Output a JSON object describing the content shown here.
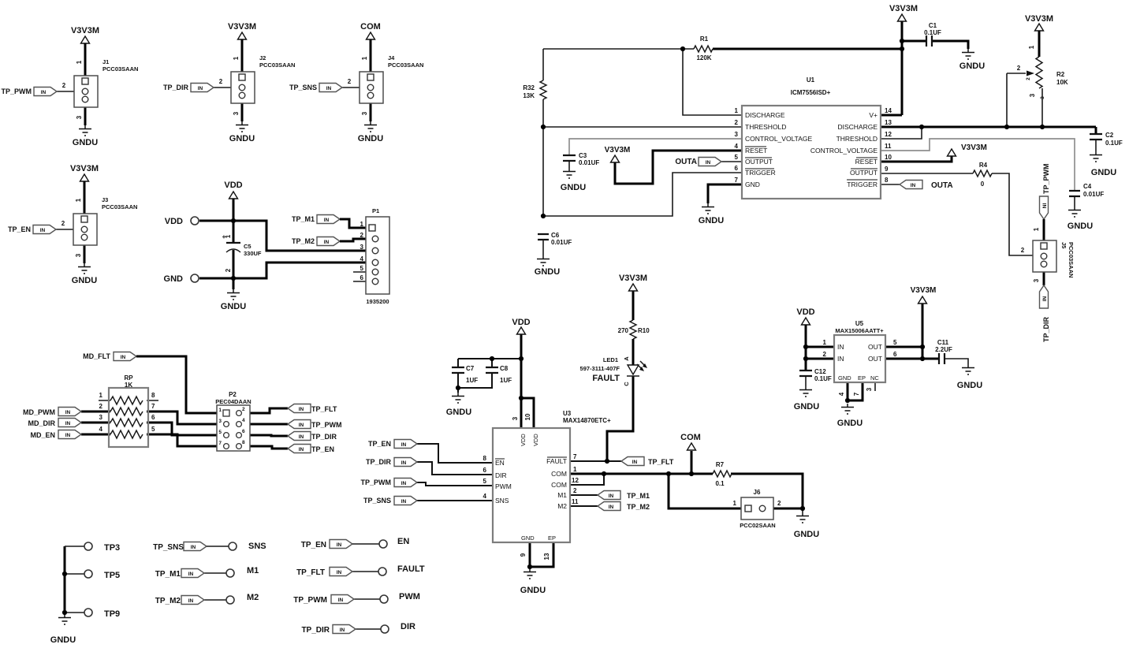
{
  "nets": {
    "v3v3m": "V3V3M",
    "gndu": "GNDU",
    "vdd": "VDD",
    "gnd": "GND",
    "com": "COM",
    "outa": "OUTA",
    "tp_pwm": "TP_PWM",
    "tp_dir": "TP_DIR",
    "tp_sns": "TP_SNS",
    "tp_en": "TP_EN",
    "tp_flt": "TP_FLT",
    "tp_m1": "TP_M1",
    "tp_m2": "TP_M2",
    "md_flt": "MD_FLT",
    "md_pwm": "MD_PWM",
    "md_dir": "MD_DIR",
    "md_en": "MD_EN"
  },
  "flags": {
    "in": "IN",
    "ni": "NI"
  },
  "pins": {
    "1": "1",
    "2": "2",
    "3": "3",
    "4": "4",
    "5": "5",
    "6": "6",
    "7": "7",
    "8": "8",
    "9": "9",
    "10": "10",
    "11": "11",
    "12": "12",
    "13": "13",
    "14": "14"
  },
  "parts": {
    "j1": {
      "ref": "J1",
      "part": "PCC03SAAN"
    },
    "j2": {
      "ref": "J2",
      "part": "PCC03SAAN"
    },
    "j3": {
      "ref": "J3",
      "part": "PCC03SAAN"
    },
    "j4": {
      "ref": "J4",
      "part": "PCC03SAAN"
    },
    "j5": {
      "ref": "J5",
      "part": "PCC03SAAN"
    },
    "j6": {
      "ref": "J6",
      "part": "PCC02SAAN"
    },
    "p1": {
      "ref": "P1",
      "part": "1935200"
    },
    "p2": {
      "ref": "P2",
      "part": "PEC04DAAN"
    },
    "rp": {
      "ref": "RP",
      "value": "1K"
    },
    "r1": {
      "ref": "R1",
      "value": "120K"
    },
    "r2": {
      "ref": "R2",
      "value": "10K"
    },
    "r4": {
      "ref": "R4",
      "value": "0"
    },
    "r7": {
      "ref": "R7",
      "value": "0.1"
    },
    "r10": {
      "ref": "R10",
      "value": "270"
    },
    "r32": {
      "ref": "R32",
      "value": "13K"
    },
    "c1": {
      "ref": "C1",
      "value": "0.1UF"
    },
    "c2": {
      "ref": "C2",
      "value": "0.1UF"
    },
    "c3": {
      "ref": "C3",
      "value": "0.01UF"
    },
    "c4": {
      "ref": "C4",
      "value": "0.01UF"
    },
    "c5": {
      "ref": "C5",
      "value": "330UF",
      "plus": "+"
    },
    "c6": {
      "ref": "C6",
      "value": "0.01UF"
    },
    "c7": {
      "ref": "C7",
      "value": "1UF"
    },
    "c8": {
      "ref": "C8",
      "value": "1UF"
    },
    "c11": {
      "ref": "C11",
      "value": "2.2UF"
    },
    "c12": {
      "ref": "C12",
      "value": "0.1UF"
    },
    "led1": {
      "ref": "LED1",
      "part": "597-3111-407F",
      "name": "FAULT",
      "anode": "A",
      "cathode": "C"
    },
    "u1": {
      "ref": "U1",
      "part": "ICM7556ISD+"
    },
    "u3": {
      "ref": "U3",
      "part": "MAX14870ETC+"
    },
    "u5": {
      "ref": "U5",
      "part": "MAX15006AATT+"
    }
  },
  "u1_pins": {
    "l1": "DISCHARGE",
    "l2": "THRESHOLD",
    "l3": "CONTROL_VOLTAGE",
    "l4": "RESET",
    "l5": "OUTPUT",
    "l6": "TRIGGER",
    "l7": "GND",
    "r14": "V+",
    "r13": "DISCHARGE",
    "r12": "THRESHOLD",
    "r11": "CONTROL_VOLTAGE",
    "r10": "RESET",
    "r9": "OUTPUT",
    "r8": "TRIGGER"
  },
  "u3_pins": {
    "en": "EN",
    "dir": "DIR",
    "pwm": "PWM",
    "sns": "SNS",
    "fault": "FAULT",
    "com": "COM",
    "m1": "M1",
    "m2": "M2",
    "vdd": "VDD",
    "gnd": "GND",
    "ep": "EP"
  },
  "u5_pins": {
    "in": "IN",
    "out": "OUT",
    "gnd": "GND",
    "ep": "EP",
    "nc": "NC"
  },
  "tp_list": {
    "tp3": "TP3",
    "tp5": "TP5",
    "tp9": "TP9",
    "sns": "SNS",
    "m1": "M1",
    "m2": "M2",
    "en": "EN",
    "fault": "FAULT",
    "pwm": "PWM",
    "dir": "DIR"
  }
}
